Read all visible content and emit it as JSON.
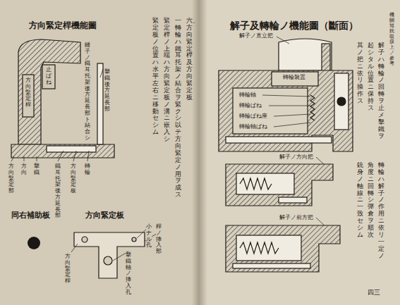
{
  "diagram": {
    "labels": [
      "解子及轉輪ノ機能圖（斷面）",
      "機關短銃取扱上ノ參考",
      "四三",
      "解子ハ轉輪ノ回轉ヲ止メ擊鐵ヲ",
      "起シタル位置ニ保持ス",
      "其ノ把ニ依リ操作ス",
      "轉輪ハ解子ノ作用ニ依リ一定ノ",
      "角度ニ回轉シ彈倉ヲ順次",
      "銃身ノ軸線ニ一致セシム",
      "解子ノ直立把",
      "轉輪裝置",
      "轉輪軸",
      "轉輪ばね",
      "轉輪ばね座",
      "轉輪軸ばね",
      "解子ノ方向把",
      "解子ノ前方把",
      "方向緊定桿機能圖",
      "六、方向緊定桿及方向緊定板",
      "一轉輪ハ鐵耳托架ノ結合ヲ緊クシ以テ方向緊定ノ用ヲ成ス",
      "緊定桿ノ上端ハ方向緊定板ノ溝ニ嵌入シ",
      "緊定板ノ位置ハ水平左右ニ移動セシム",
      "鏈子ノ鐵耳托架後方延長部ト結合シ",
      "止ばね",
      "方向緊定桿",
      "擊鐵後方延長部",
      "方向緊定部",
      "方向",
      "擊鐵",
      "鐵耳托架後方延長部",
      "方向緊定板",
      "轉輪",
      "同右補助板",
      "方向緊定板",
      "方向緊定桿",
      "擊鐵軸ノ挿入孔",
      "小ナル孔",
      "桿ノ挿入部"
    ]
  }
}
